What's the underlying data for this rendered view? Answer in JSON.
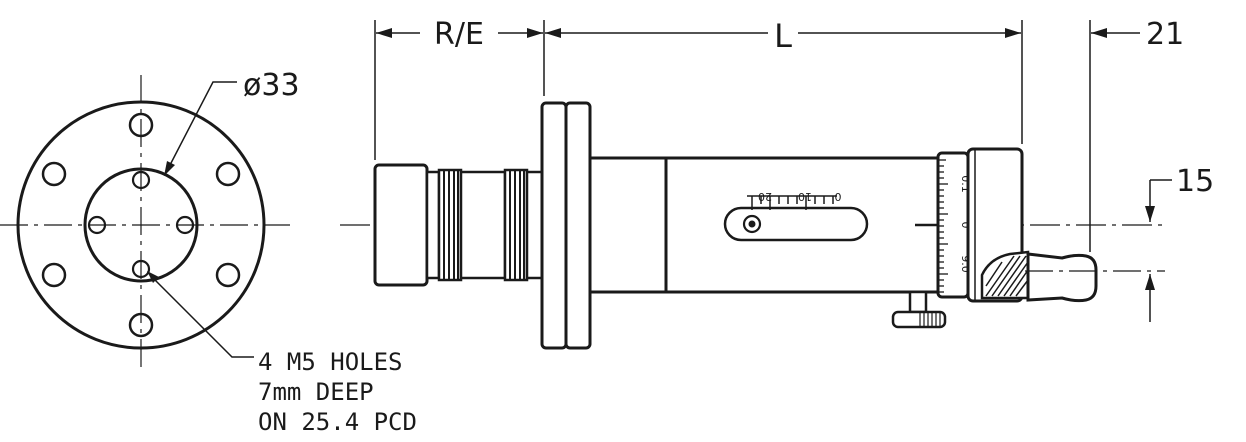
{
  "dimensions": {
    "re_label": "R/E",
    "length_label": "L",
    "offset_label": "21",
    "height_label": "15",
    "diameter_label": "ø33"
  },
  "note": {
    "line1": "4  M5  HOLES",
    "line2": "7mm  DEEP",
    "line3": "ON  25.4  PCD"
  },
  "sleeve_scale": [
    "20",
    "10",
    "0"
  ],
  "thimble_scale": [
    "0.1",
    "0",
    "9.0"
  ]
}
